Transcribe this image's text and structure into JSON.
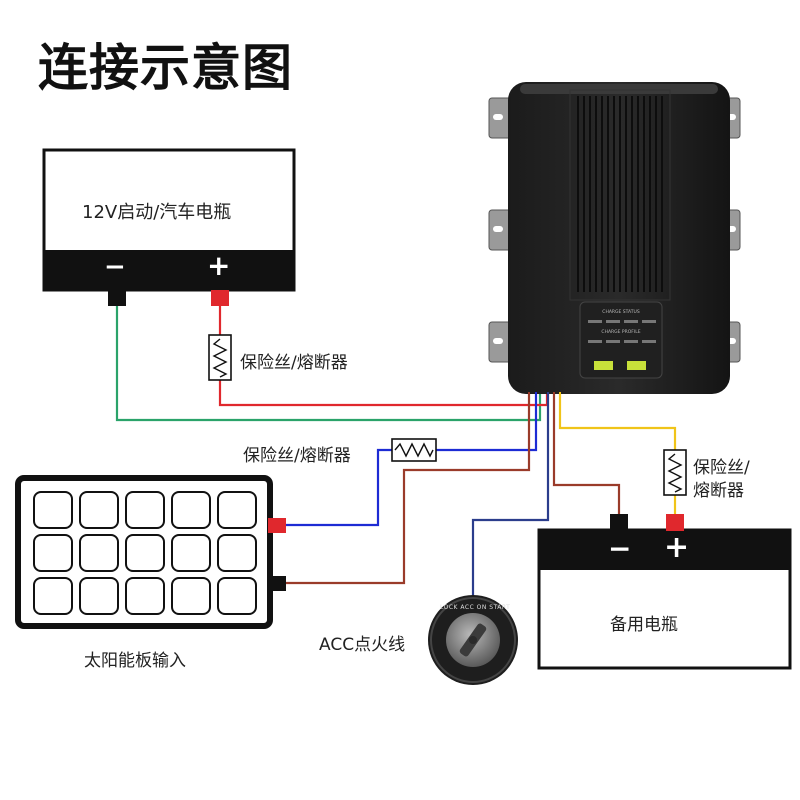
{
  "title": "连接示意图",
  "starter_battery": {
    "label": "12V启动/汽车电瓶",
    "neg": "−",
    "pos": "+"
  },
  "fuse_top": {
    "label": "保险丝/熔断器"
  },
  "fuse_mid": {
    "label": "保险丝/熔断器"
  },
  "fuse_right": {
    "line1": "保险丝/",
    "line2": "熔断器"
  },
  "solar_panel": {
    "label": "太阳能板输入"
  },
  "backup_battery": {
    "label": "备用电瓶",
    "neg": "−",
    "pos": "+"
  },
  "ignition": {
    "label": "ACC点火线",
    "switch_text": "LOCK ACC ON START"
  },
  "charger_panel": {
    "status_title": "CHARGE STATUS",
    "profile_title": "CHARGE PROFILE"
  },
  "wire_colors": {
    "green": "#2aa36a",
    "red": "#e0282d",
    "blue": "#1d2bd4",
    "brown": "#9a3b2a",
    "yellow": "#f0c419",
    "navy": "#2b3d8c"
  }
}
